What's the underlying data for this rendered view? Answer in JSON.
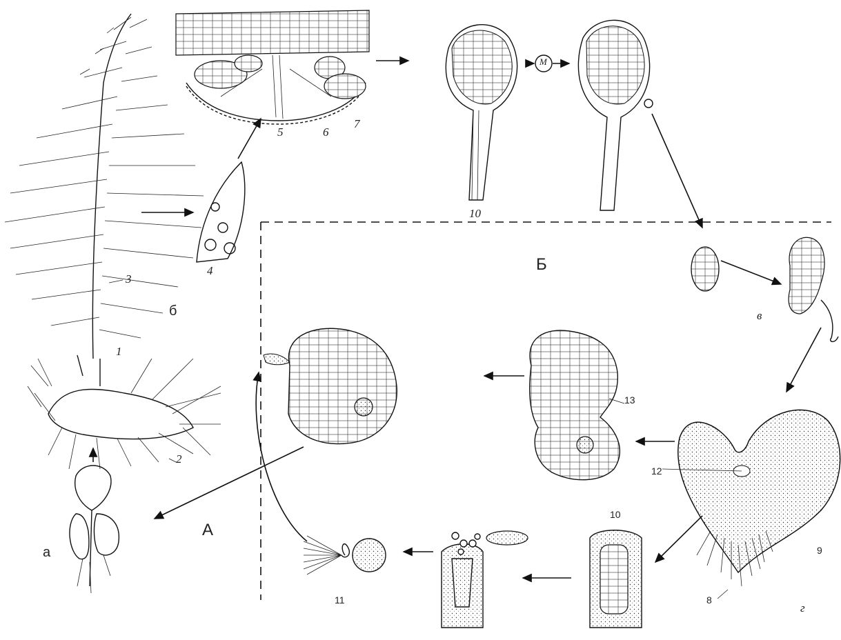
{
  "labels": {
    "phase_a": "А",
    "phase_b": "Б",
    "stage_a": "а",
    "stage_b": "б",
    "stage_v": "в",
    "stage_g": "г",
    "n1": "1",
    "n2": "2",
    "n3": "3",
    "n4": "4",
    "n5": "5",
    "n6": "6",
    "n7": "7",
    "n8": "8",
    "n9": "9",
    "n10_sporangium": "10",
    "n10_antheridium": "10",
    "n11": "11",
    "n12": "12",
    "n13": "13",
    "meiosis": "М"
  }
}
